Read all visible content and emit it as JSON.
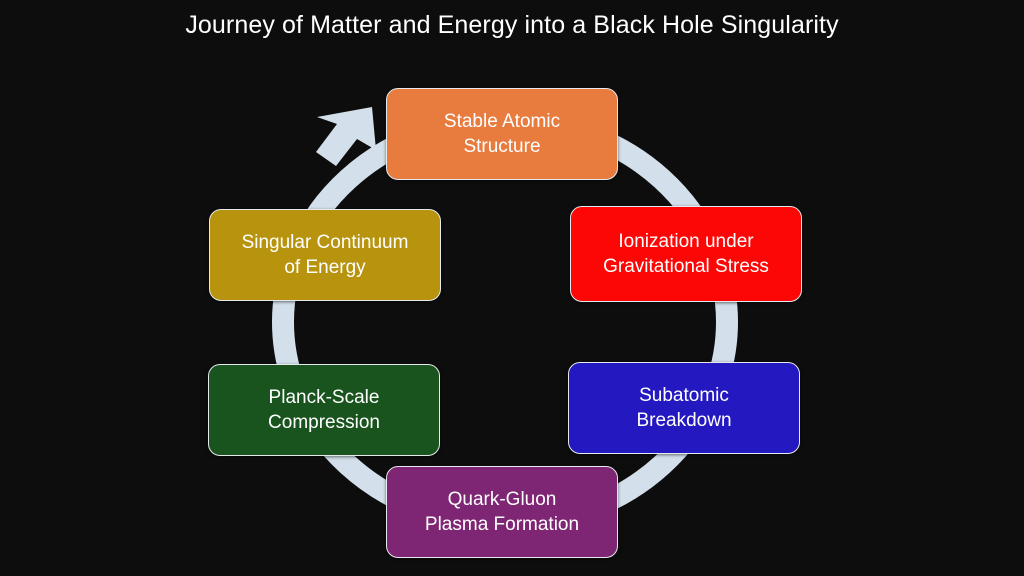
{
  "page": {
    "title": "Journey of Matter and Energy into a Black Hole Singularity",
    "background_color": "#0d0d0d",
    "title_color": "#ffffff"
  },
  "diagram": {
    "type": "cycle",
    "ring_color": "#d3e0ec",
    "node_border_color": "#e6e9ee",
    "arrow": {
      "name": "cycle-arrowhead",
      "points_to": "Stable Atomic Structure",
      "direction": "up-right"
    },
    "nodes": [
      {
        "id": "stable-atomic-structure",
        "label": "Stable Atomic\nStructure",
        "color": "#e87b3e",
        "position": "top",
        "order": 1
      },
      {
        "id": "ionization-under-gravitational-stress",
        "label": "Ionization under\nGravitational Stress",
        "color": "#fc0606",
        "position": "right-upper",
        "order": 2
      },
      {
        "id": "subatomic-breakdown",
        "label": "Subatomic\nBreakdown",
        "color": "#2419c0",
        "position": "right-lower",
        "order": 3
      },
      {
        "id": "quark-gluon-plasma-formation",
        "label": "Quark-Gluon\nPlasma Formation",
        "color": "#7e2673",
        "position": "bottom",
        "order": 4
      },
      {
        "id": "planck-scale-compression",
        "label": "Planck-Scale\nCompression",
        "color": "#19541f",
        "position": "left-lower",
        "order": 5
      },
      {
        "id": "singular-continuum-of-energy",
        "label": "Singular Continuum\nof Energy",
        "color": "#b8930d",
        "position": "left-upper",
        "order": 6
      }
    ]
  }
}
